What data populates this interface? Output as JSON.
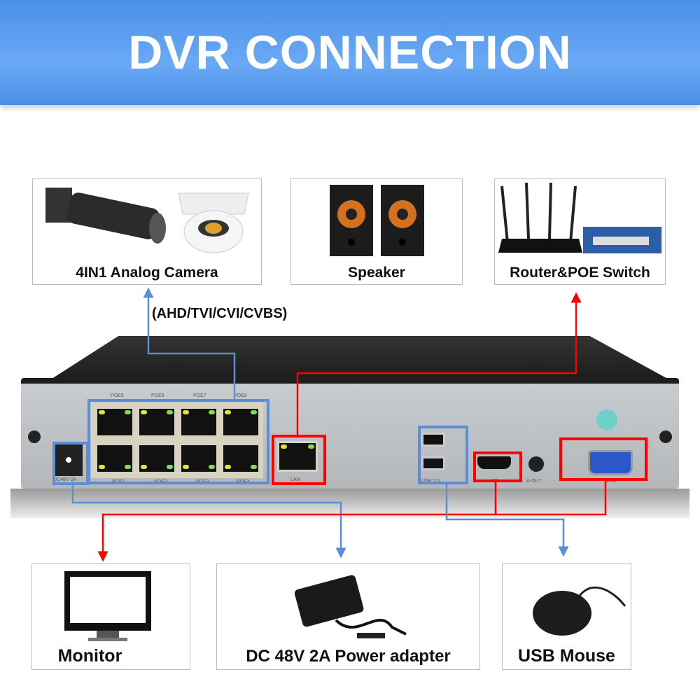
{
  "title": "DVR CONNECTION",
  "devices": {
    "camera": "4IN1 Analog Camera",
    "speaker": "Speaker",
    "router": "Router&POE Switch",
    "monitor": "Monitor",
    "power": "DC 48V 2A Power adapter",
    "mouse": "USB Mouse"
  },
  "signal_types": "(AHD/TVI/CVI/CVBS)",
  "ports": {
    "poe_top": [
      "POE5",
      "POE6",
      "POE7",
      "POE8"
    ],
    "poe_bottom": [
      "POE1",
      "POE2",
      "POE3",
      "POE4"
    ],
    "lan": "LAN",
    "hd": "HD",
    "aout": "A-OUT",
    "vga": "VGA",
    "usb": "USB 2.0",
    "dc": "DC48V 2A"
  },
  "colors": {
    "blue": "#5b8ed6",
    "red": "#ff0000",
    "banner": "#4a8fe8"
  }
}
